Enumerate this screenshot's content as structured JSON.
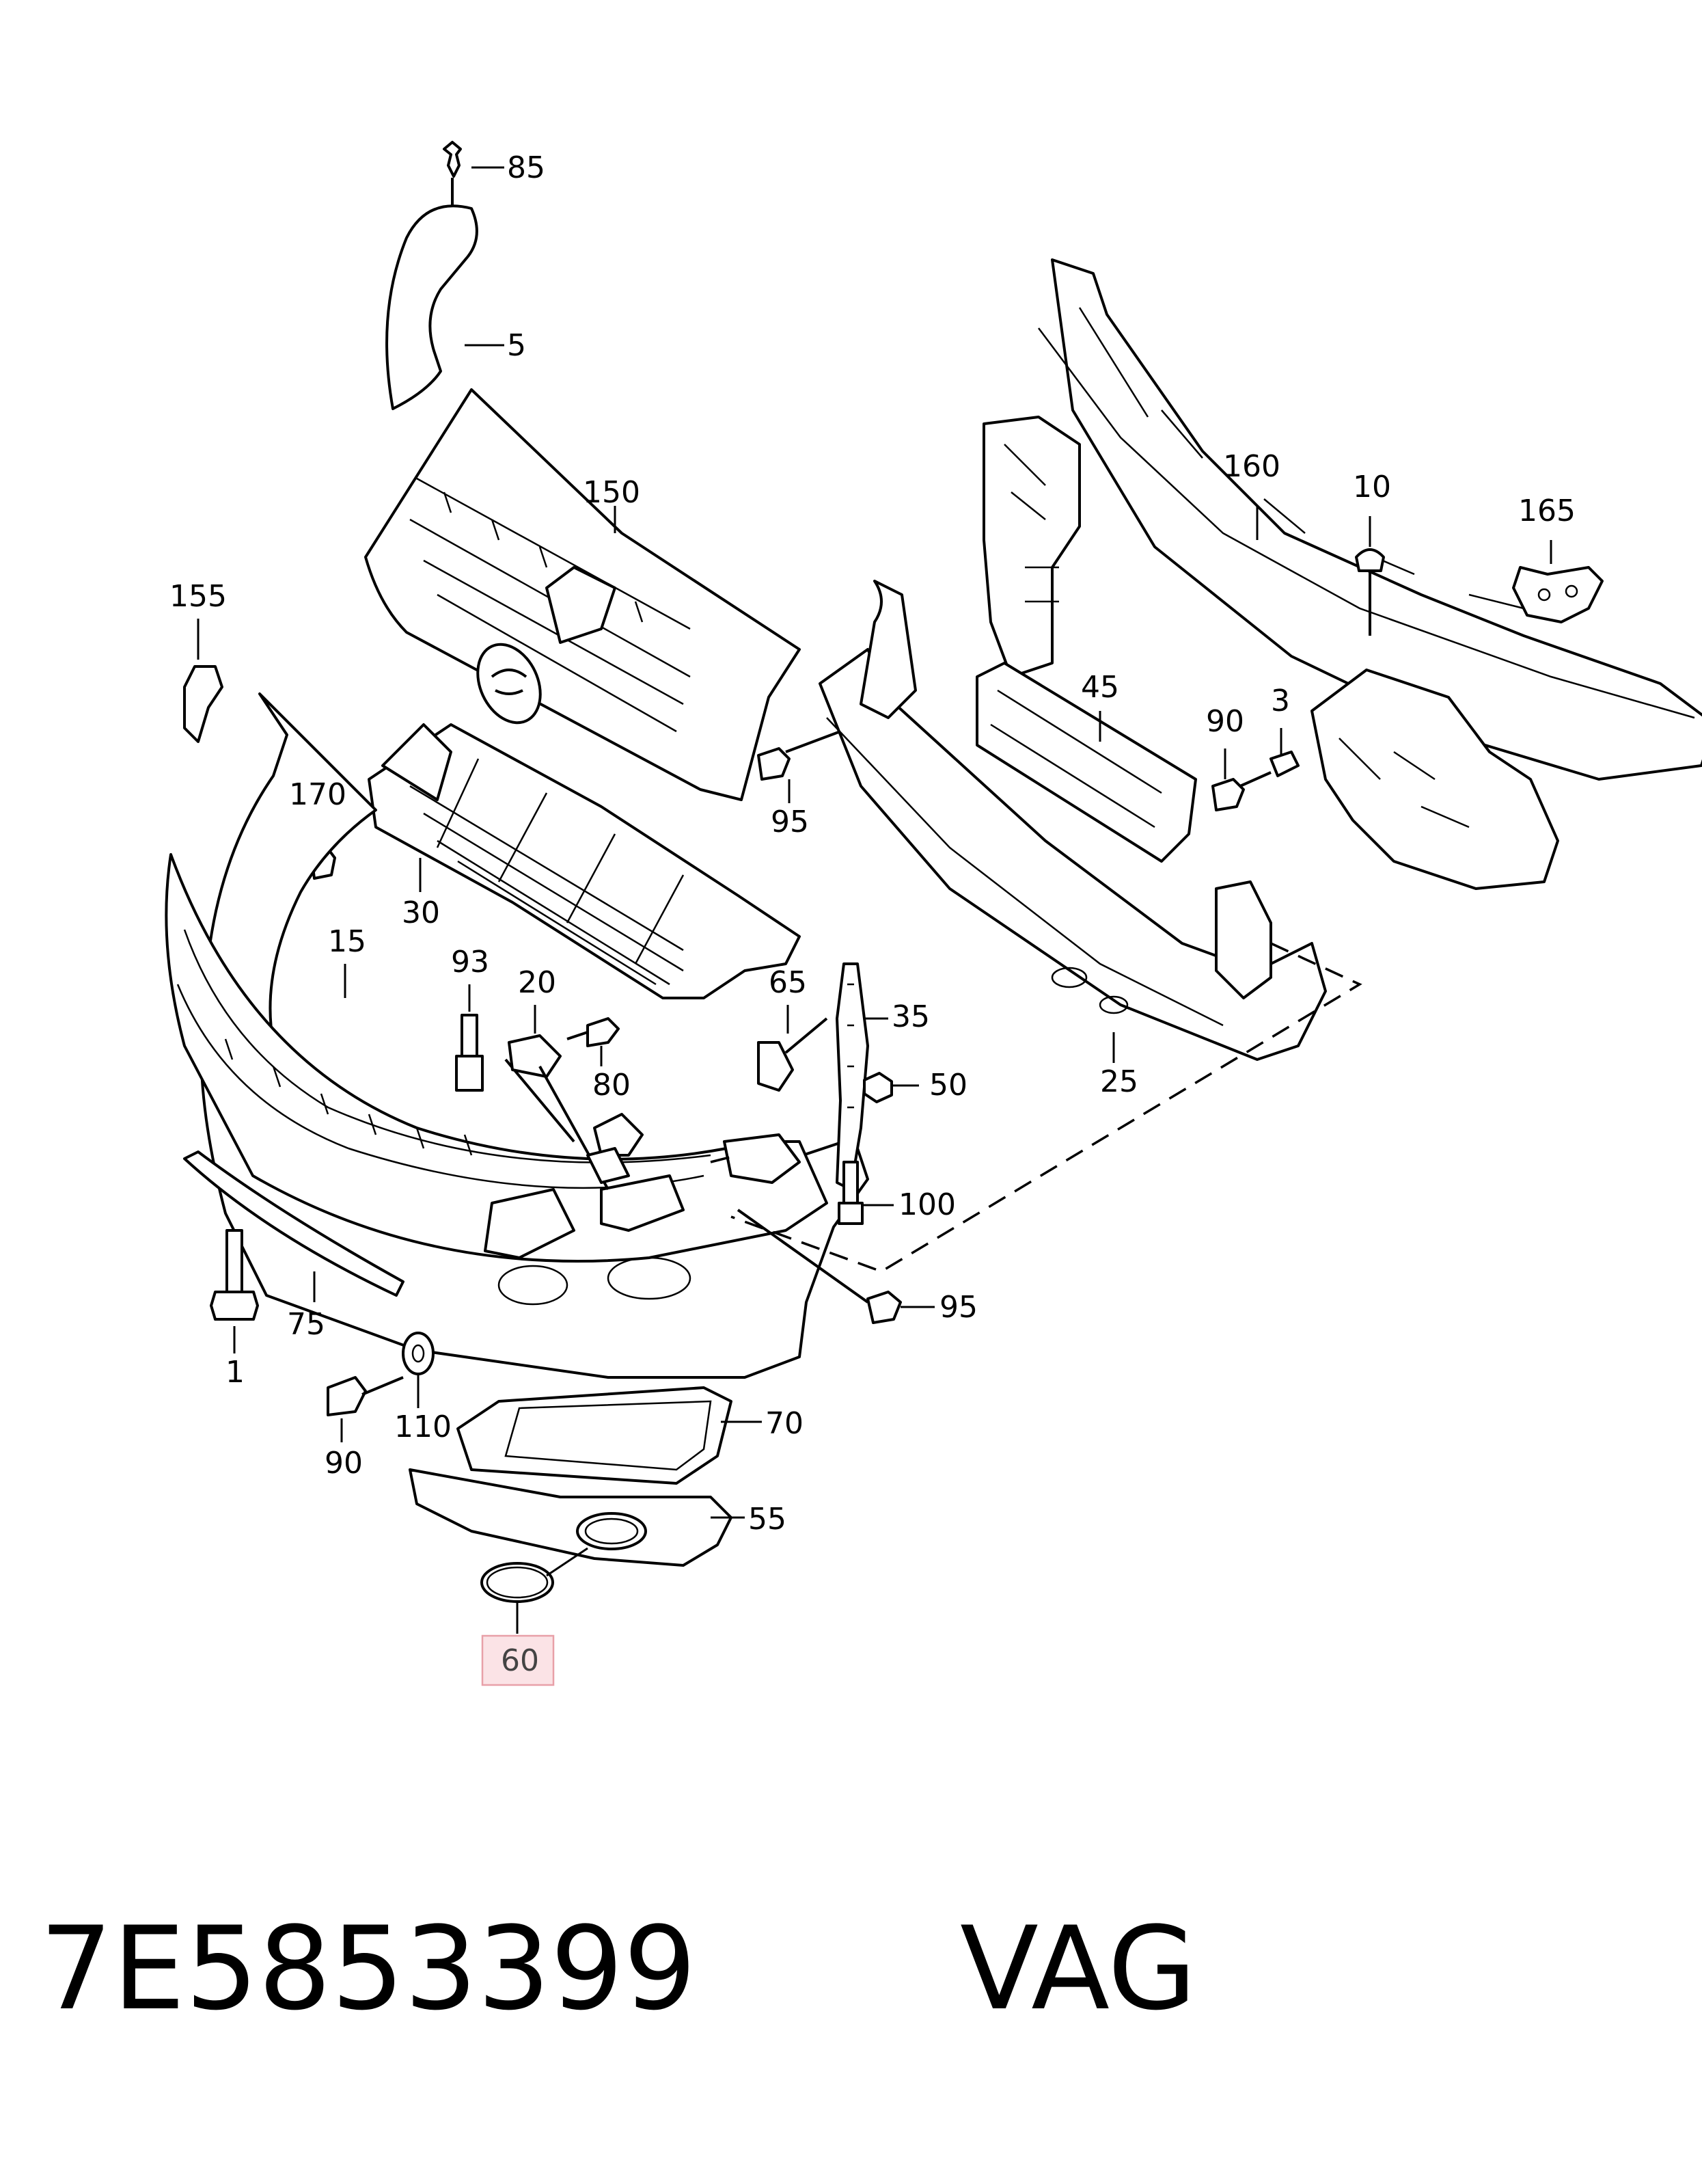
{
  "diagram": {
    "callouts": [
      {
        "id": "c85",
        "label": "85"
      },
      {
        "id": "c5",
        "label": "5"
      },
      {
        "id": "c150",
        "label": "150"
      },
      {
        "id": "c160",
        "label": "160"
      },
      {
        "id": "c10",
        "label": "10"
      },
      {
        "id": "c165",
        "label": "165"
      },
      {
        "id": "c155",
        "label": "155"
      },
      {
        "id": "c45",
        "label": "45"
      },
      {
        "id": "c90a",
        "label": "90"
      },
      {
        "id": "c3",
        "label": "3"
      },
      {
        "id": "c95a",
        "label": "95"
      },
      {
        "id": "c170",
        "label": "170"
      },
      {
        "id": "c30",
        "label": "30"
      },
      {
        "id": "c15",
        "label": "15"
      },
      {
        "id": "c93",
        "label": "93"
      },
      {
        "id": "c20",
        "label": "20"
      },
      {
        "id": "c65",
        "label": "65"
      },
      {
        "id": "c35",
        "label": "35"
      },
      {
        "id": "c80",
        "label": "80"
      },
      {
        "id": "c50",
        "label": "50"
      },
      {
        "id": "c25",
        "label": "25"
      },
      {
        "id": "c100",
        "label": "100"
      },
      {
        "id": "c95b",
        "label": "95"
      },
      {
        "id": "c75",
        "label": "75"
      },
      {
        "id": "c1",
        "label": "1"
      },
      {
        "id": "c110",
        "label": "110"
      },
      {
        "id": "c90b",
        "label": "90"
      },
      {
        "id": "c70",
        "label": "70"
      },
      {
        "id": "c55",
        "label": "55"
      },
      {
        "id": "c60",
        "label": "60"
      }
    ],
    "highlighted_part": "60",
    "highlight_color": "#e8a0a8",
    "highlight_fill": "#fbe3e6"
  },
  "footer": {
    "part_number": "7E5853399",
    "brand": "VAG"
  }
}
